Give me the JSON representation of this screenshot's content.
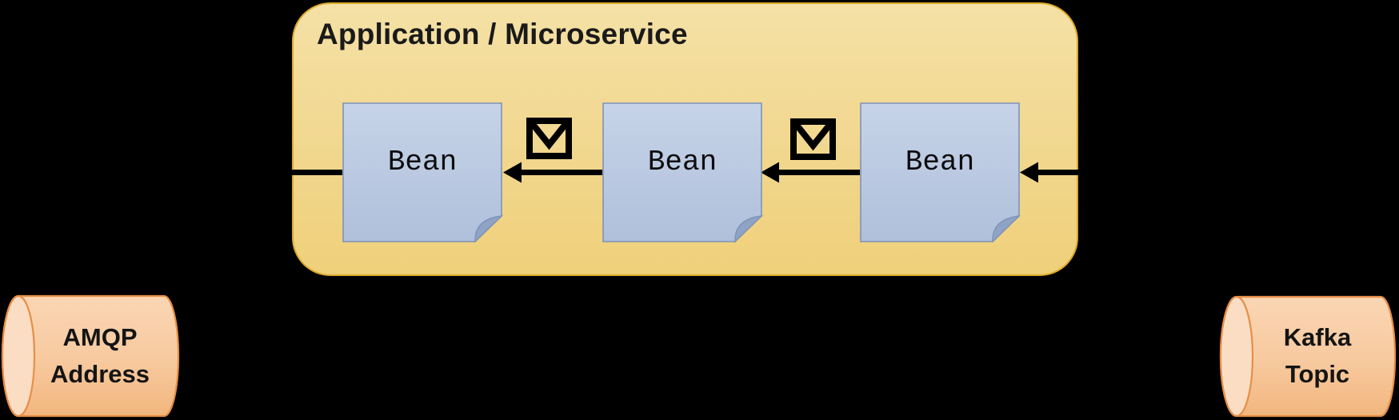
{
  "diagram": {
    "background_color": "#000000",
    "application": {
      "title": "Application / Microservice",
      "fill_top": "#F5E1A6",
      "fill_bottom": "#EFD07A",
      "border_color": "#DCA92D"
    },
    "beans": [
      {
        "label": "Bean"
      },
      {
        "label": "Bean"
      },
      {
        "label": "Bean"
      }
    ],
    "bean_style": {
      "fill_top": "#C6D3E8",
      "fill_bottom": "#B0C0DB",
      "border_color": "#7E93B6",
      "fold_color": "#8FA3C7"
    },
    "message_icons": [
      {
        "name": "envelope-icon"
      },
      {
        "name": "envelope-icon"
      }
    ],
    "arrows": {
      "color": "#000000",
      "direction": "right-to-left",
      "count": 4
    },
    "endpoints": {
      "left": {
        "line1": "AMQP",
        "line2": "Address"
      },
      "right": {
        "line1": "Kafka",
        "line2": "Topic"
      }
    },
    "cylinder_style": {
      "cap_fill": "#FBDDC4",
      "fill_top": "#FAD6B4",
      "fill_bottom": "#F2B67E",
      "border_color": "#E78F47"
    }
  }
}
